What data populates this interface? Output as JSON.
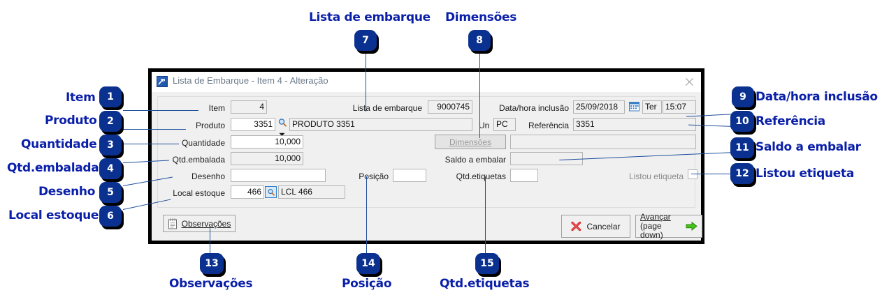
{
  "dialog": {
    "title": "Lista de Embarque - Item 4 - Alteração",
    "app_icon": "chart-arrow-icon",
    "close_icon": "close-icon",
    "fields": {
      "item_label": "Item",
      "item_value": "4",
      "produto_label": "Produto",
      "produto_code": "3351",
      "produto_desc": "PRODUTO 3351",
      "quantidade_label": "Quantidade",
      "quantidade_value": "10,000",
      "qtd_embalada_label": "Qtd.embalada",
      "qtd_embalada_value": "10,000",
      "desenho_label": "Desenho",
      "desenho_value": "",
      "local_estoque_label": "Local estoque",
      "local_estoque_code": "466",
      "local_estoque_desc": "LCL 466",
      "lista_embarque_label": "Lista de embarque",
      "lista_embarque_value": "9000745",
      "posicao_label": "Posição",
      "posicao_value": "",
      "data_hora_label": "Data/hora inclusão",
      "data_value": "25/09/2018",
      "weekday_value": "Ter",
      "hora_value": "15:07",
      "un_label": "Un",
      "un_value": "PC",
      "referencia_label": "Referência",
      "referencia_value": "3351",
      "dimensoes_button": "Dimensões",
      "dimensoes_value": "",
      "saldo_embalar_label": "Saldo a embalar",
      "saldo_embalar_value": "",
      "qtd_etiquetas_label": "Qtd.etiquetas",
      "qtd_etiquetas_value": "",
      "listou_etiqueta_label": "Listou etiqueta",
      "listou_etiqueta_checked": false
    },
    "buttons": {
      "observacoes": "Observações",
      "observacoes_accesskey": "O",
      "observacoes_icon": "notepad-icon",
      "cancelar": "Cancelar",
      "cancelar_icon": "red-x-icon",
      "avancar_line1": "Avançar",
      "avancar_line2": "(page down)",
      "avancar_accesskey": "v",
      "avancar_icon": "green-arrow-right-icon"
    }
  },
  "annotations": {
    "accent_color": "#0a1fa8",
    "badge_color": "#0b3190",
    "leader_color": "#1f4e9c",
    "items": [
      {
        "num": "1",
        "label": "Item"
      },
      {
        "num": "2",
        "label": "Produto"
      },
      {
        "num": "3",
        "label": "Quantidade"
      },
      {
        "num": "4",
        "label": "Qtd.embalada"
      },
      {
        "num": "5",
        "label": "Desenho"
      },
      {
        "num": "6",
        "label": "Local estoque"
      },
      {
        "num": "7",
        "label": "Lista de embarque"
      },
      {
        "num": "8",
        "label": "Dimensões"
      },
      {
        "num": "9",
        "label": "Data/hora inclusão"
      },
      {
        "num": "10",
        "label": "Referência"
      },
      {
        "num": "11",
        "label": "Saldo a embalar"
      },
      {
        "num": "12",
        "label": "Listou etiqueta"
      },
      {
        "num": "13",
        "label": "Observações"
      },
      {
        "num": "14",
        "label": "Posição"
      },
      {
        "num": "15",
        "label": "Qtd.etiquetas"
      }
    ]
  }
}
